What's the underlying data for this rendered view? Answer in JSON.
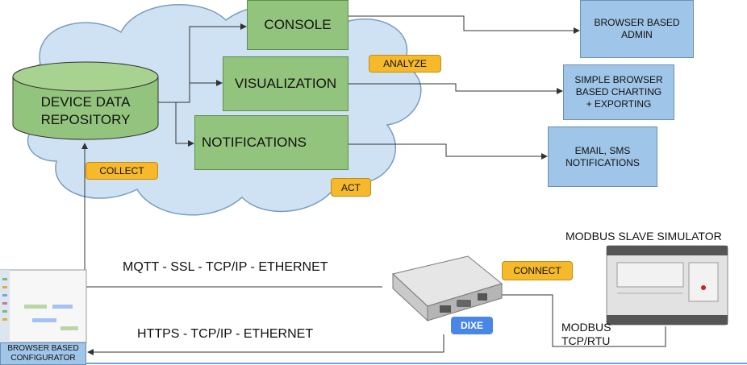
{
  "repository": {
    "line1": "DEVICE DATA",
    "line2": "REPOSITORY"
  },
  "modules": {
    "console": "CONSOLE",
    "visualization": "VISUALIZATION",
    "notifications": "NOTIFICATIONS"
  },
  "outputs": {
    "admin": {
      "line1": "BROWSER BASED",
      "line2": "ADMIN"
    },
    "charting": {
      "line1": "SIMPLE BROWSER",
      "line2": "BASED CHARTING",
      "line3": "+ EXPORTING"
    },
    "notify": {
      "line1": "EMAIL, SMS",
      "line2": "NOTIFICATIONS"
    }
  },
  "tags": {
    "analyze": "ANALYZE",
    "collect": "COLLECT",
    "act": "ACT",
    "connect": "CONNECT"
  },
  "links": {
    "mqtt": "MQTT - SSL - TCP/IP - ETHERNET",
    "https": "HTTPS - TCP/IP - ETHERNET",
    "modbus_line1": "MODBUS",
    "modbus_line2": "TCP/RTU"
  },
  "devices": {
    "dixe": "DIXE",
    "simulator_title": "MODBUS SLAVE SIMULATOR"
  },
  "configurator": {
    "line1": "BROWSER BASED",
    "line2": "CONFIGURATOR"
  },
  "colors": {
    "module_green": "#93c47d",
    "output_blue": "#9fc5e8",
    "tag_orange": "#f6b92b",
    "cloud_blue": "#cfe2f3",
    "dixe_blue": "#4a86e8"
  }
}
